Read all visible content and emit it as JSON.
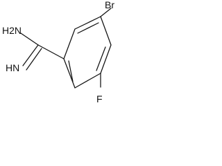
{
  "molecule": {
    "atoms": {
      "amine_nitrogen": "H2N",
      "imine_nitrogen": "HN",
      "bromine": "Br",
      "fluorine": "F"
    },
    "colors": {
      "bond": "#111111",
      "label": "#111111",
      "background": "#ffffff"
    }
  }
}
